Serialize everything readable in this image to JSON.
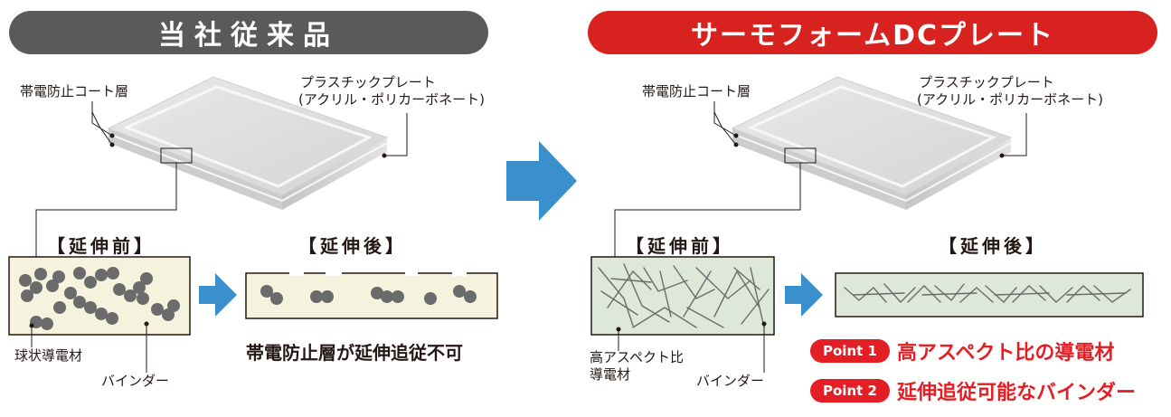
{
  "left": {
    "banner": "当社従来品",
    "coat_label": "帯電防止コート層",
    "plate_label_line1": "プラスチックプレート",
    "plate_label_line2": "(アクリル・ポリカーボネート)",
    "before_label": "【延伸前】",
    "after_label": "【延伸後】",
    "particle_label": "球状導電材",
    "binder_label": "バインダー",
    "result_caption": "帯電防止層が延伸追従不可"
  },
  "right": {
    "banner": "サーモフォームDCプレート",
    "coat_label": "帯電防止コート層",
    "plate_label_line1": "プラスチックプレート",
    "plate_label_line2": "(アクリル・ポリカーボネート)",
    "before_label": "【延伸前】",
    "after_label": "【延伸後】",
    "fiber_label_line1": "高アスペクト比",
    "fiber_label_line2": "導電材",
    "binder_label": "バインダー"
  },
  "points": [
    {
      "badge": "Point 1",
      "text": "高アスペクト比の導電材"
    },
    {
      "badge": "Point 2",
      "text": "延伸追従可能なバインダー"
    }
  ],
  "colors": {
    "left_banner": "#5a5a5a",
    "right_banner": "#d7221f",
    "arrow": "#3a8fcd",
    "point_red": "#e31e24",
    "binder_cream": "#f5f2dd",
    "binder_green": "#dde8d9",
    "particle": "#6b6b6b"
  }
}
